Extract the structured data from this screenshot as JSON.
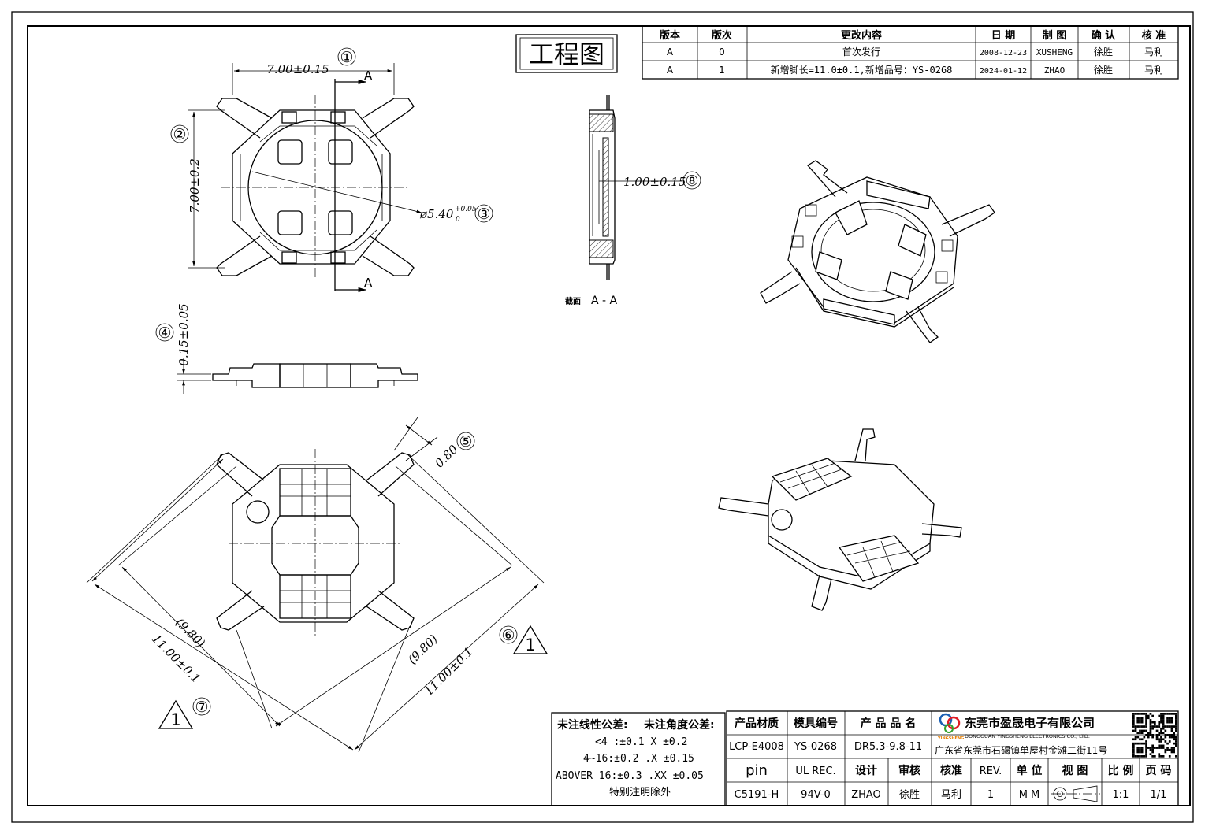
{
  "drawing": {
    "title_box": "工程图",
    "revision_table": {
      "headers": [
        "版本",
        "版次",
        "更改内容",
        "日 期",
        "制 图",
        "确 认",
        "核 准"
      ],
      "rows": [
        [
          "A",
          "0",
          "首次发行",
          "2008-12-23",
          "XUSHENG",
          "徐胜",
          "马利"
        ],
        [
          "A",
          "1",
          "新增脚长=11.0±0.1,新增品号：YS-0268",
          "2024-01-12",
          "ZHAO",
          "徐胜",
          "马利"
        ]
      ]
    },
    "dimensions": {
      "d1": "7.00±0.15",
      "d2": "7.00±0.2",
      "d3_main": "ø5.40",
      "d3_tol_upper": "+0.05",
      "d3_tol_lower": "0",
      "d4": "0.15±0.05",
      "d5": "0.80",
      "d6_ref": "(9.80)",
      "d6": "11.00±0.1",
      "d7_ref": "(9.80)",
      "d7": "11.00±0.1",
      "d8": "1.00±0.15"
    },
    "balloons": [
      "①",
      "②",
      "③",
      "④",
      "⑤",
      "⑥",
      "⑦",
      "⑧"
    ],
    "section_marker": "A",
    "section_caption_bold": "截面",
    "section_caption": "A - A",
    "revision_triangle": "1"
  },
  "tolerance_block": {
    "linear_title": "未注线性公差:",
    "angle_title": "未注角度公差:",
    "row1": "<4 :±0.1  X ±0.2",
    "row2": "4~16:±0.2  .X ±0.15",
    "row3": "ABOVER 16:±0.3  .XX ±0.05",
    "note": "特别注明除外"
  },
  "title_block": {
    "material_label": "产品材质",
    "material_value": "LCP-E4008",
    "mold_label": "模具编号",
    "mold_value": "YS-0268",
    "product_label": "产 品 品 名",
    "product_value": "DR5.3-9.8-11",
    "pin_label": "pin",
    "pin_value": "C5191-H",
    "ul_label": "UL REC.",
    "ul_value": "94V-0",
    "design_label": "设计",
    "design_value": "ZHAO",
    "review_label": "审核",
    "review_value": "徐胜",
    "approve_label": "核准",
    "approve_value": "马利",
    "rev_label": "REV.",
    "rev_value": "1",
    "unit_label": "单 位",
    "unit_value": "M M",
    "view_label": "视 图",
    "scale_label": "比 例",
    "scale_value": "1:1",
    "page_label": "页 码",
    "page_value": "1/1",
    "company_cn": "东莞市盈晟电子有限公司",
    "company_en": "DONGGUAN YINGSHENG ELECTRONICS CO., LTD.",
    "company_logo_text": "YINGSHENG",
    "address": "广东省东莞市石碣镇单屋村金滩二街11号"
  }
}
